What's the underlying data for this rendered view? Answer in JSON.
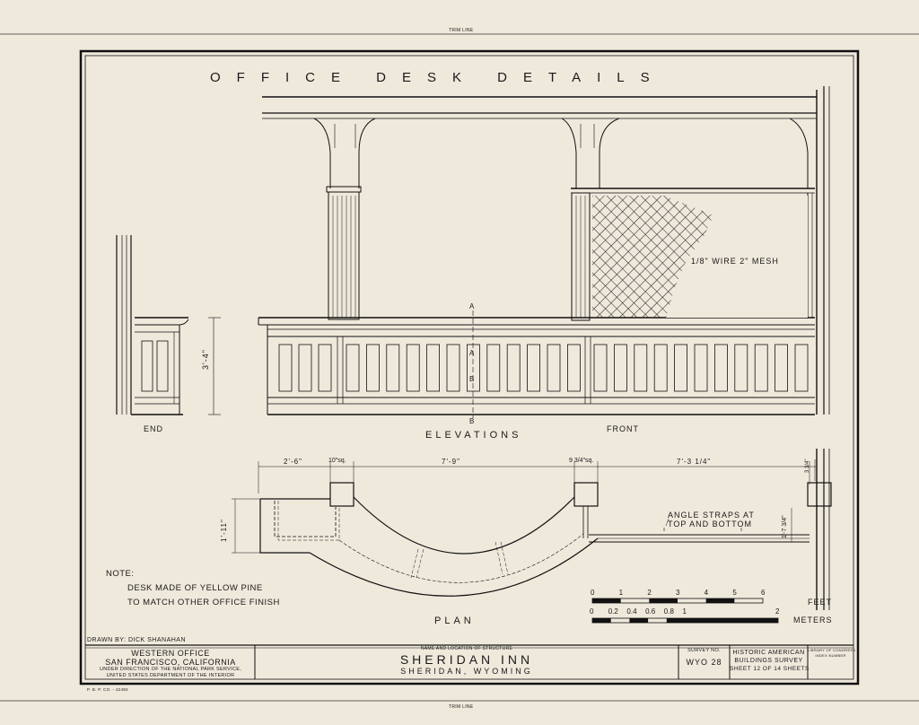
{
  "sheet": {
    "trim_top": "TRIM LINE",
    "trim_bottom": "TRIM LINE",
    "title": "OFFICE DESK DETAILS",
    "elevations_label": "ELEVATIONS",
    "end_label": "END",
    "front_label": "FRONT",
    "plan_label": "PLAN",
    "mesh_note": "1/8\" WIRE 2\" MESH",
    "end_height": "3'-4\"",
    "section_a": "A",
    "section_b": "B",
    "dims": {
      "d1": "2'-6\"",
      "d2": "10\"sq.",
      "d3": "7'-9\"",
      "d4": "9 3/4\"sq.",
      "d5": "7'-3 1/4\"",
      "d6": "3 3/4\"",
      "d7": "1'-11\"",
      "d8": "1'-7 3/4\""
    },
    "angle_note_1": "ANGLE STRAPS AT",
    "angle_note_2": "TOP AND BOTTOM",
    "note_title": "NOTE:",
    "note_line1": "DESK MADE OF YELLOW PINE",
    "note_line2": "TO MATCH OTHER OFFICE FINISH",
    "scale_feet_label": "FEET",
    "scale_meters_label": "METERS",
    "scale_feet_ticks": [
      "0",
      "1",
      "2",
      "3",
      "4",
      "5",
      "6"
    ],
    "scale_meter_ticks": [
      "0",
      "0.2",
      "0.4",
      "0.6",
      "0.8",
      "1",
      "2"
    ],
    "drawn_by": "DRAWN BY: DICK SHANAHAN",
    "office_1": "WESTERN OFFICE",
    "office_2": "SAN FRANCISCO, CALIFORNIA",
    "office_3": "UNDER DIRECTION OF THE NATIONAL PARK SERVICE,",
    "office_4": "UNITED STATES DEPARTMENT OF THE INTERIOR",
    "structure_caption": "NAME AND LOCATION OF STRUCTURE",
    "structure_name": "SHERIDAN INN",
    "structure_location": "SHERIDAN, WYOMING",
    "survey_caption": "SURVEY NO.",
    "survey_no": "WYO 28",
    "habs_1": "HISTORIC AMERICAN",
    "habs_2": "BUILDINGS SURVEY",
    "sheet_no": "SHEET 12 OF 14 SHEETS",
    "loc_1": "LIBRARY OF CONGRESS",
    "loc_2": "INDEX NUMBER",
    "printer": "P. B. P. CO. - 42492"
  }
}
